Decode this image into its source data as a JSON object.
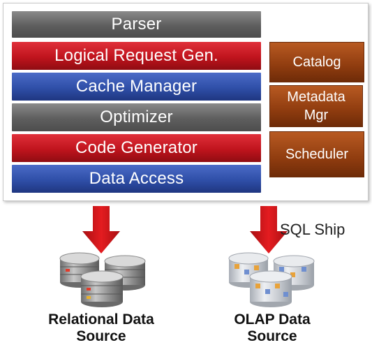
{
  "stack": {
    "layers": [
      {
        "label": "Parser",
        "color": "gray"
      },
      {
        "label": "Logical Request Gen.",
        "color": "red"
      },
      {
        "label": "Cache Manager",
        "color": "blue"
      },
      {
        "label": "Optimizer",
        "color": "gray"
      },
      {
        "label": "Code Generator",
        "color": "red"
      },
      {
        "label": "Data Access",
        "color": "blue"
      }
    ],
    "side_boxes": [
      {
        "label": "Catalog"
      },
      {
        "label": "Metadata Mgr"
      },
      {
        "label": "Scheduler"
      }
    ]
  },
  "flows": {
    "sql_ship_label": "SQL Ship"
  },
  "sources": {
    "relational_label": "Relational Data Source",
    "olap_label": "OLAP Data Source"
  },
  "colors": {
    "gray": "#5e5e5e",
    "red": "#c0141d",
    "blue": "#2f4fa8",
    "orange": "#8f3c0f",
    "arrow": "#d01418",
    "relational_cylinder": "#8c8c8c",
    "olap_cylinder": "#d6d8dc",
    "olap_accent": "#e8a23a"
  },
  "icons": {
    "relational_source": "database-cluster-icon",
    "olap_source": "olap-cube-database-icon",
    "arrows": "down-arrow-icon"
  }
}
